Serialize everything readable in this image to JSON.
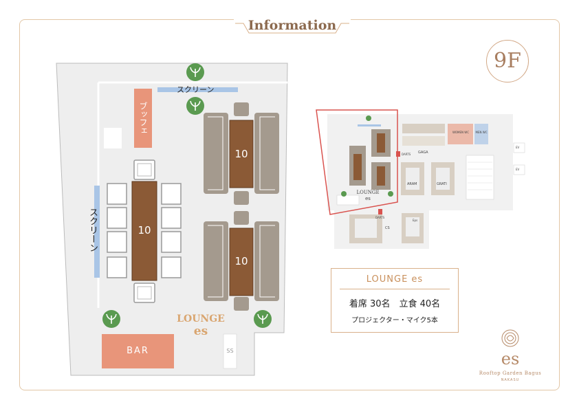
{
  "header": {
    "title": "Information"
  },
  "floor": {
    "label": "9F"
  },
  "plan": {
    "screen_top": "スクリーン",
    "screen_left": "スクリーン",
    "buffet": "ブッフェ",
    "table_large": "10",
    "table_right_top": "10",
    "table_right_bottom": "10",
    "bar": "BAR",
    "ss": "SS",
    "lounge_name": "LOUNGE",
    "lounge_sub": "es"
  },
  "minimap": {
    "lounge_name": "LOUNGE",
    "lounge_sub": "es",
    "gaga": "GAGA",
    "aram": "ARAM",
    "grati": "GRATI",
    "cs": "CS",
    "ev": "EV",
    "women": "WOMEN WC",
    "men": "MEN WC",
    "darts": "DARTS",
    "eps": "Eps"
  },
  "info": {
    "title": "LOUNGE es",
    "capacity": "着席 30名　立食 40名",
    "equipment": "プロジェクター・マイク5本"
  },
  "brand": {
    "logo": "es",
    "name": "Rooftop Garden Bagus",
    "location": "NAKASU"
  },
  "colors": {
    "floor_bg": "#eeeeee",
    "table": "#8b5a36",
    "sofa": "#a49a8e",
    "salmon": "#e8957a",
    "screen": "#a9c5e6",
    "plant": "#5a9a50",
    "accent": "#d9a56f"
  }
}
